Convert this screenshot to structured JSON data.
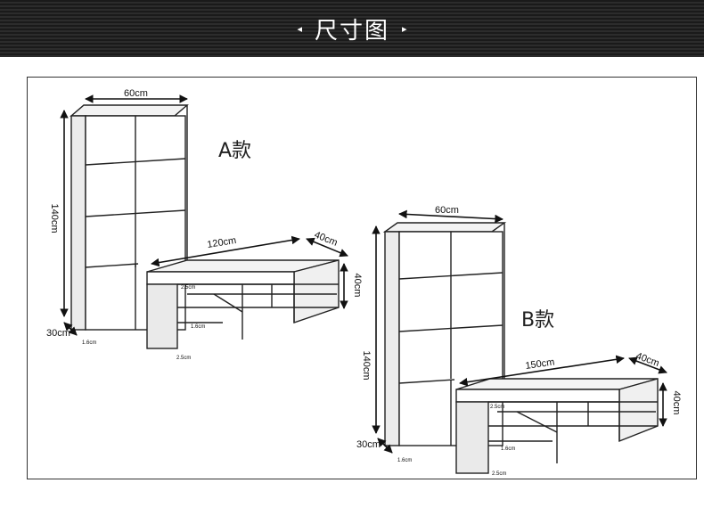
{
  "header": {
    "title": "尺寸图",
    "left_marker": "◂",
    "right_marker": "▸"
  },
  "model_a": {
    "name": "A款",
    "bookcase": {
      "width": "60cm",
      "height": "140cm",
      "depth": "30cm",
      "board": "1.6cm"
    },
    "tv_stand": {
      "length": "120cm",
      "depth": "40cm",
      "height": "40cm",
      "top_board": "2.5cm",
      "inner_board": "1.6cm",
      "bottom_board": "2.5cm"
    }
  },
  "model_b": {
    "name": "B款",
    "bookcase": {
      "width": "60cm",
      "height": "140cm",
      "depth": "30cm",
      "board": "1.6cm"
    },
    "tv_stand": {
      "length": "150cm",
      "depth": "40cm",
      "height": "40cm",
      "top_board": "2.5cm",
      "inner_board": "1.6cm",
      "bottom_board": "2.5cm"
    }
  }
}
